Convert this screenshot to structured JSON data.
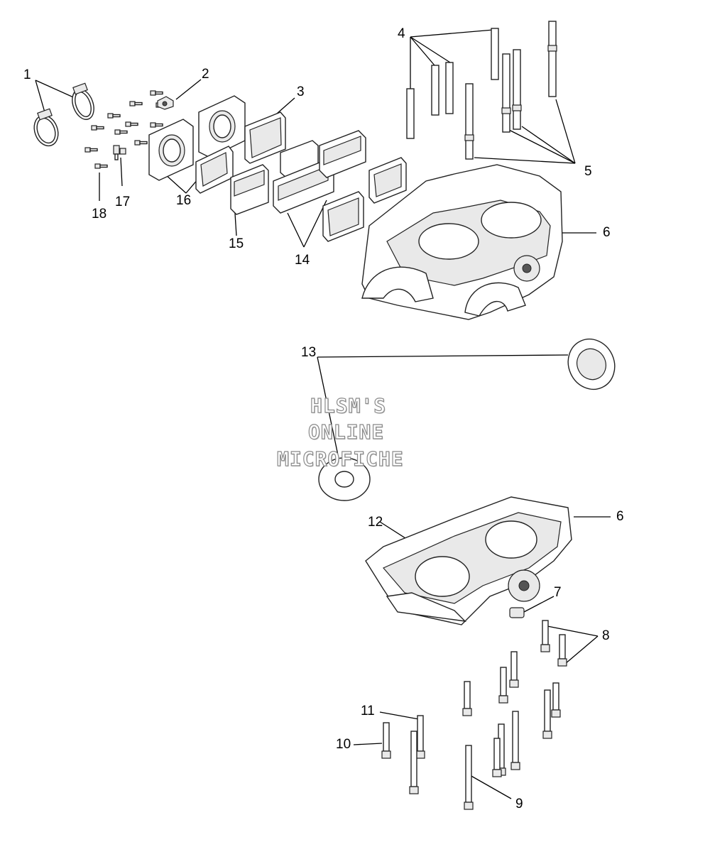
{
  "watermark": {
    "line1": "HLSM'S",
    "line2": "ONLINE",
    "line3": "MICROFICHE"
  },
  "callouts": [
    {
      "id": "1",
      "label": "1"
    },
    {
      "id": "2",
      "label": "2"
    },
    {
      "id": "3",
      "label": "3"
    },
    {
      "id": "4",
      "label": "4"
    },
    {
      "id": "5",
      "label": "5"
    },
    {
      "id": "6a",
      "label": "6"
    },
    {
      "id": "6b",
      "label": "6"
    },
    {
      "id": "7",
      "label": "7"
    },
    {
      "id": "8",
      "label": "8"
    },
    {
      "id": "9",
      "label": "9"
    },
    {
      "id": "10",
      "label": "10"
    },
    {
      "id": "11",
      "label": "11"
    },
    {
      "id": "12",
      "label": "12"
    },
    {
      "id": "13",
      "label": "13"
    },
    {
      "id": "14",
      "label": "14"
    },
    {
      "id": "15",
      "label": "15"
    },
    {
      "id": "16",
      "label": "16"
    },
    {
      "id": "17",
      "label": "17"
    },
    {
      "id": "18",
      "label": "18"
    }
  ]
}
